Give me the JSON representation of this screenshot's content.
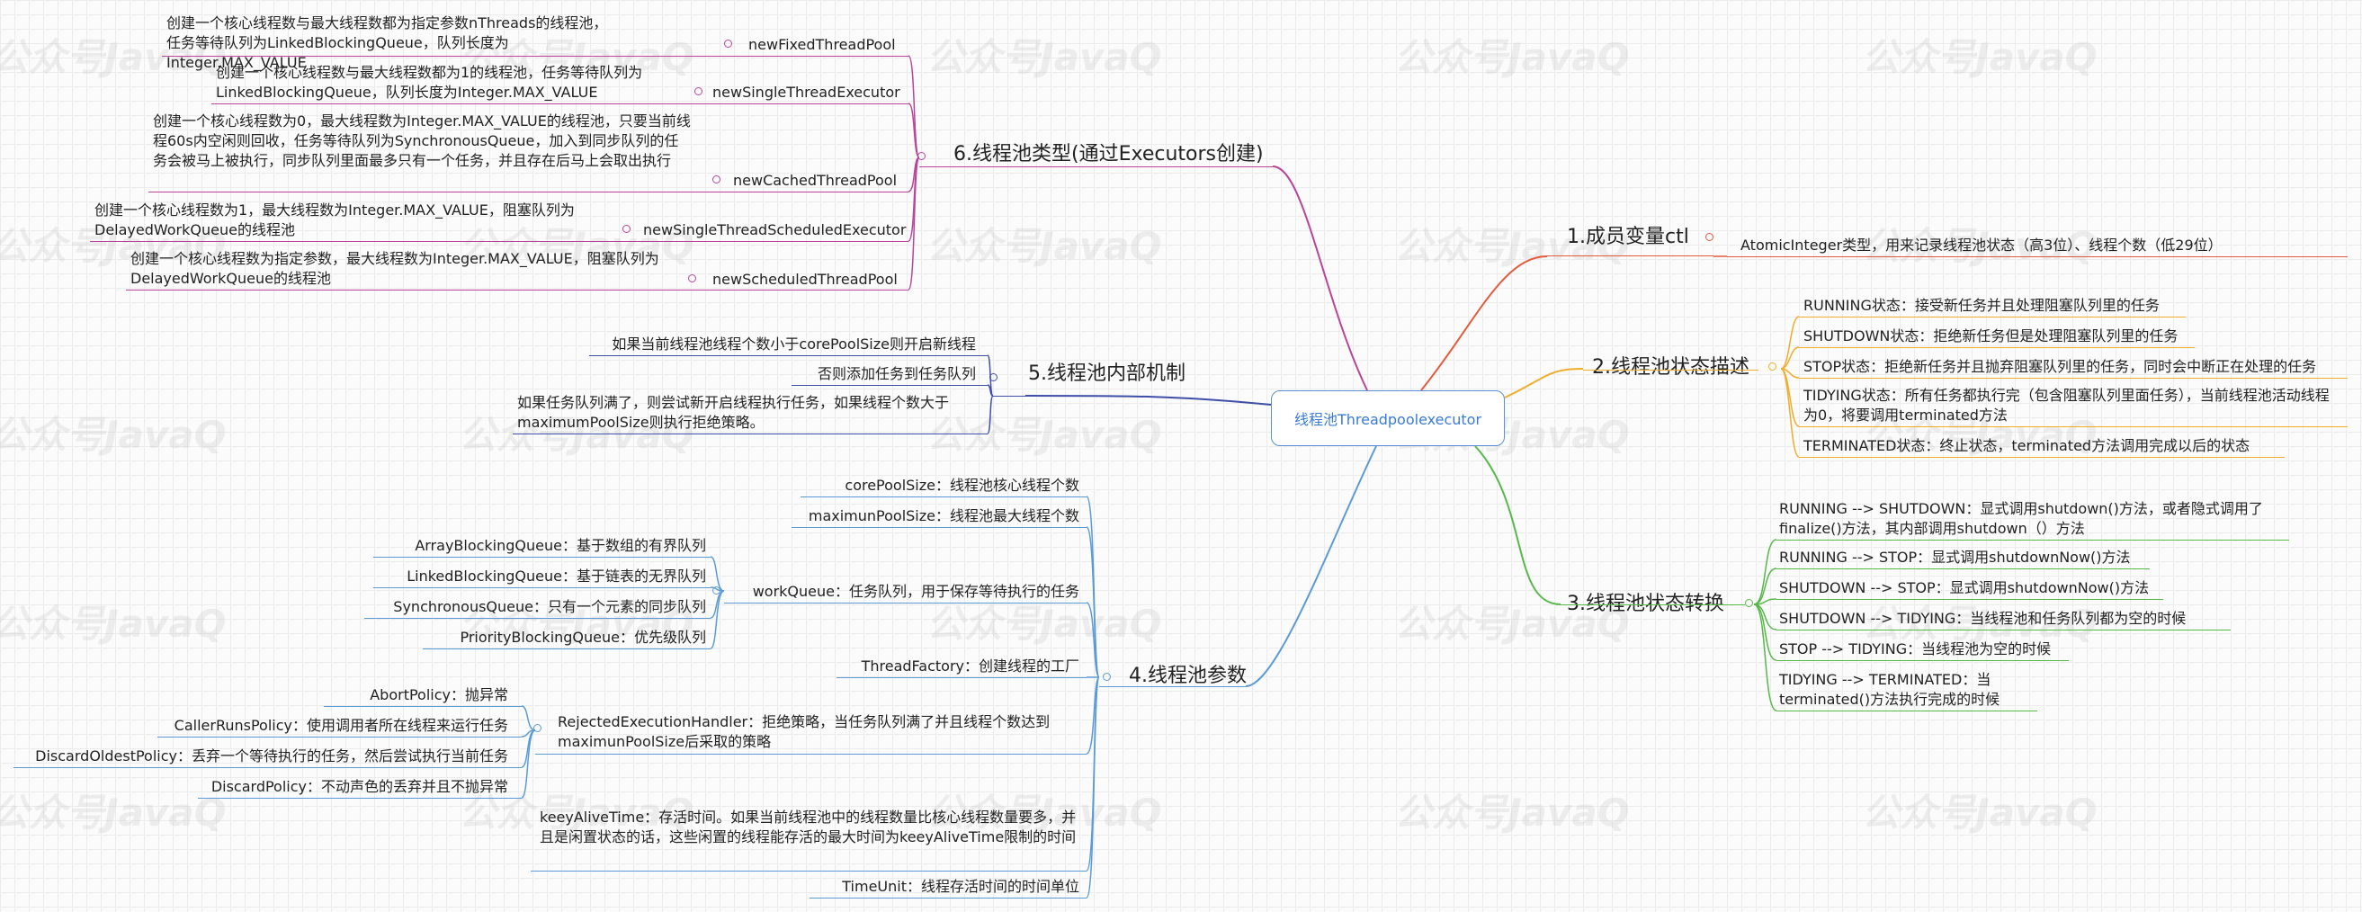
{
  "watermark": "公众号JavaQ",
  "colors": {
    "b1": "#e45a3c",
    "b2": "#f0ad2c",
    "b3": "#57b84a",
    "b4": "#5b9bd5",
    "b5": "#3f4fa8",
    "b6": "#b8459a"
  },
  "root": "线程池Threadpoolexecutor",
  "b1": {
    "title": "1.成员变量ctl",
    "items": [
      "AtomicInteger类型，用来记录线程池状态（高3位）、线程个数（低29位）"
    ]
  },
  "b2": {
    "title": "2.线程池状态描述",
    "items": [
      "RUNNING状态：接受新任务并且处理阻塞队列里的任务",
      "SHUTDOWN状态：拒绝新任务但是处理阻塞队列里的任务",
      "STOP状态：拒绝新任务并且抛弃阻塞队列里的任务，同时会中断正在处理的任务",
      "TIDYING状态：所有任务都执行完（包含阻塞队列里面任务），当前线程池活动线程为0，将要调用terminated方法",
      "TERMINATED状态：终止状态，terminated方法调用完成以后的状态"
    ]
  },
  "b3": {
    "title": "3.线程池状态转换",
    "items": [
      "RUNNING --> SHUTDOWN：显式调用shutdown()方法，或者隐式调用了finalize()方法，其内部调用shutdown（）方法",
      "RUNNING --> STOP：显式调用shutdownNow()方法",
      "SHUTDOWN --> STOP：显式调用shutdownNow()方法",
      "SHUTDOWN --> TIDYING：当线程池和任务队列都为空的时候",
      "STOP --> TIDYING：当线程池为空的时候",
      "TIDYING --> TERMINATED：当terminated()方法执行完成的时候"
    ]
  },
  "b4": {
    "title": "4.线程池参数",
    "core": "corePoolSize：线程池核心线程个数",
    "max": "maximunPoolSize：线程池最大线程个数",
    "workQueue": "workQueue：任务队列，用于保存等待执行的任务",
    "queues": [
      "ArrayBlockingQueue：基于数组的有界队列",
      "LinkedBlockingQueue：基于链表的无界队列",
      "SynchronousQueue：只有一个元素的同步队列",
      "PriorityBlockingQueue：优先级队列"
    ],
    "factory": "ThreadFactory：创建线程的工厂",
    "reject": "RejectedExecutionHandler：拒绝策略，当任务队列满了并且线程个数达到maximunPoolSize后采取的策略",
    "policies": [
      "AbortPolicy：抛异常",
      "CallerRunsPolicy：使用调用者所在线程来运行任务",
      "DiscardOldestPolicy：丢弃一个等待执行的任务，然后尝试执行当前任务",
      "DiscardPolicy：不动声色的丢弃并且不抛异常"
    ],
    "keepAlive": "keeyAliveTime：存活时间。如果当前线程池中的线程数量比核心线程数量要多，并且是闲置状态的话，这些闲置的线程能存活的最大时间为keeyAliveTime限制的时间",
    "timeUnit": "TimeUnit：线程存活时间的时间单位"
  },
  "b5": {
    "title": "5.线程池内部机制",
    "items": [
      "如果当前线程池线程个数小于corePoolSize则开启新线程",
      "否则添加任务到任务队列",
      "如果任务队列满了，则尝试新开启线程执行任务，如果线程个数大于maximumPoolSize则执行拒绝策略。"
    ]
  },
  "b6": {
    "title": "6.线程池类型(通过Executors创建)",
    "items": [
      {
        "name": "newFixedThreadPool",
        "desc": "创建一个核心线程数与最大线程数都为指定参数nThreads的线程池，任务等待队列为LinkedBlockingQueue，队列长度为Integer.MAX_VALUE"
      },
      {
        "name": "newSingleThreadExecutor",
        "desc": "创建一个核心线程数与最大线程数都为1的线程池，任务等待队列为LinkedBlockingQueue，队列长度为Integer.MAX_VALUE"
      },
      {
        "name": "newCachedThreadPool",
        "desc": "创建一个核心线程数为0，最大线程数为Integer.MAX_VALUE的线程池，只要当前线程60s内空闲则回收，任务等待队列为SynchronousQueue，加入到同步队列的任务会被马上被执行，同步队列里面最多只有一个任务，并且存在后马上会取出执行"
      },
      {
        "name": "newSingleThreadScheduledExecutor",
        "desc": "创建一个核心线程数为1，最大线程数为Integer.MAX_VALUE，阻塞队列为DelayedWorkQueue的线程池"
      },
      {
        "name": "newScheduledThreadPool",
        "desc": "创建一个核心线程数为指定参数，最大线程数为Integer.MAX_VALUE，阻塞队列为DelayedWorkQueue的线程池"
      }
    ]
  }
}
